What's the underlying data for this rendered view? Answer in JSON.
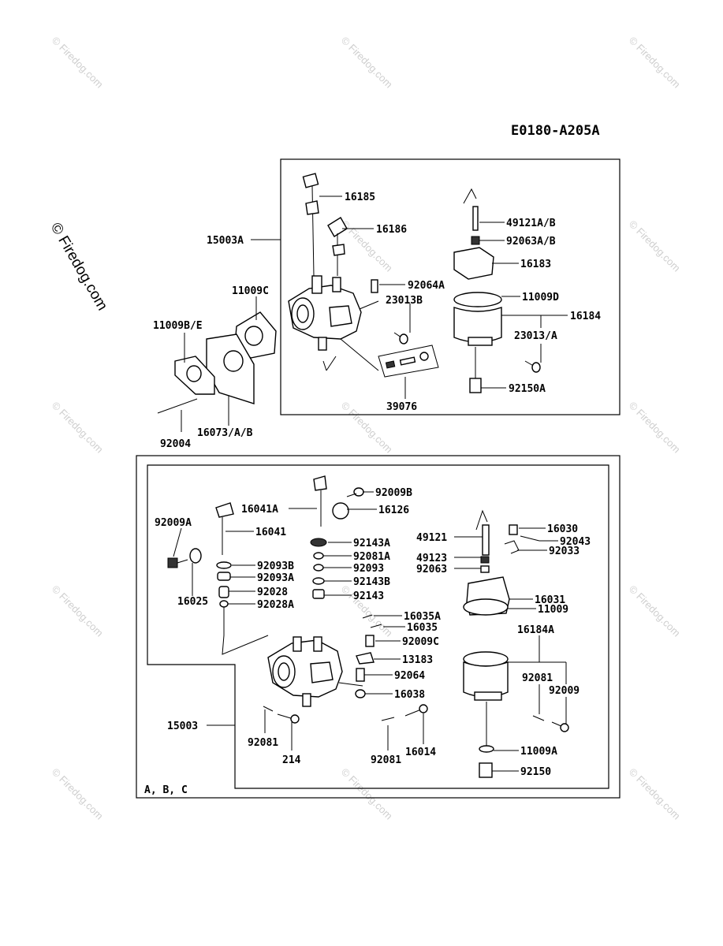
{
  "diagram_code": "E0180-A205A",
  "watermark": "© Firedog.com",
  "brand_watermark": "© Firedog.com",
  "sub_assembly_note": "A, B, C",
  "upper_labels": {
    "p15003A": "15003A",
    "p16185": "16185",
    "p16186": "16186",
    "p11009C": "11009C",
    "p11009BE": "11009B/E",
    "p16073AB": "16073/A/B",
    "p92004": "92004",
    "p92064A": "92064A",
    "p23013B": "23013B",
    "p39076": "39076",
    "p49121AB": "49121A/B",
    "p92063AB": "92063A/B",
    "p16183": "16183",
    "p11009D": "11009D",
    "p16184": "16184",
    "p23013A": "23013/A",
    "p92150A": "92150A"
  },
  "lower_labels": {
    "p16041A": "16041A",
    "p92009B": "92009B",
    "p16126": "16126",
    "p92009A": "92009A",
    "p16041": "16041",
    "p92143A": "92143A",
    "p92081A": "92081A",
    "p92093": "92093",
    "p92143B": "92143B",
    "p92143": "92143",
    "p92093B": "92093B",
    "p92093A": "92093A",
    "p92028": "92028",
    "p92028A": "92028A",
    "p16025": "16025",
    "p16035A": "16035A",
    "p16035": "16035",
    "p92009C": "92009C",
    "p13183": "13183",
    "p92064": "92064",
    "p16038": "16038",
    "p15003": "15003",
    "p92081a": "92081",
    "p214": "214",
    "p92081b": "92081",
    "p16014": "16014",
    "p16030": "16030",
    "p92043": "92043",
    "p49121": "49121",
    "p92033": "92033",
    "p49123": "49123",
    "p92063": "92063",
    "p16031": "16031",
    "p11009": "11009",
    "p16184A": "16184A",
    "p92081c": "92081",
    "p92009": "92009",
    "p11009A": "11009A",
    "p92150": "92150"
  }
}
